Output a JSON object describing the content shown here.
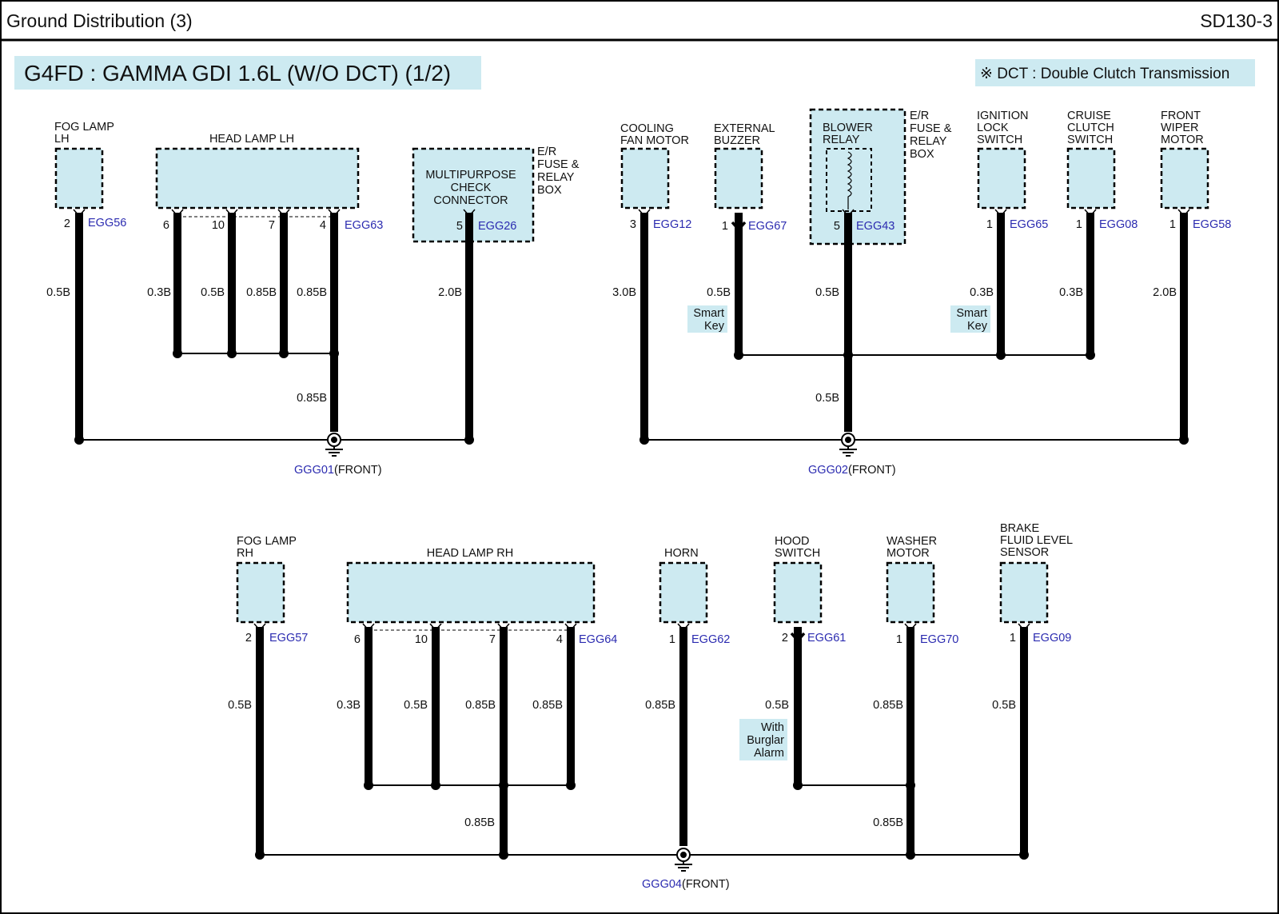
{
  "header": {
    "title": "Ground Distribution (3)",
    "code": "SD130-3"
  },
  "banner": {
    "title": "G4FD : GAMMA GDI 1.6L (W/O DCT) (1/2)",
    "note": "※ DCT : Double Clutch Transmission"
  },
  "components": [
    {
      "id": "fog_lh",
      "label": [
        "FOG LAMP",
        "LH"
      ],
      "pins": [
        {
          "num": "2",
          "code": "EGG56",
          "wire": "0.5B"
        }
      ]
    },
    {
      "id": "head_lh",
      "label": [
        "HEAD LAMP LH"
      ],
      "code": "EGG63",
      "pins": [
        {
          "num": "6",
          "wire": "0.3B"
        },
        {
          "num": "10",
          "wire": "0.5B"
        },
        {
          "num": "7",
          "wire": "0.85B"
        },
        {
          "num": "4",
          "wire": "0.85B"
        }
      ],
      "trunk_wire": "0.85B"
    },
    {
      "id": "mpcc",
      "label": [
        "MULTIPURPOSE",
        "CHECK",
        "CONNECTOR"
      ],
      "side_label": [
        "E/R",
        "FUSE &",
        "RELAY",
        "BOX"
      ],
      "pins": [
        {
          "num": "5",
          "code": "EGG26",
          "wire": "2.0B"
        }
      ]
    },
    {
      "id": "cooling",
      "label": [
        "COOLING",
        "FAN MOTOR"
      ],
      "pins": [
        {
          "num": "3",
          "code": "EGG12",
          "wire": "3.0B"
        }
      ]
    },
    {
      "id": "buzzer",
      "label": [
        "EXTERNAL",
        "BUZZER"
      ],
      "pins": [
        {
          "num": "1",
          "code": "EGG67",
          "wire": "0.5B"
        }
      ],
      "option": [
        "Smart",
        "Key"
      ]
    },
    {
      "id": "blower",
      "label": [
        "BLOWER",
        "RELAY"
      ],
      "side_label": [
        "E/R",
        "FUSE &",
        "RELAY",
        "BOX"
      ],
      "pins": [
        {
          "num": "5",
          "code": "EGG43",
          "wire": "0.5B"
        }
      ],
      "trunk_wire": "0.5B"
    },
    {
      "id": "ignition",
      "label": [
        "IGNITION",
        "LOCK",
        "SWITCH"
      ],
      "pins": [
        {
          "num": "1",
          "code": "EGG65",
          "wire": "0.3B"
        }
      ],
      "option": [
        "Smart",
        "Key"
      ]
    },
    {
      "id": "cruise",
      "label": [
        "CRUISE",
        "CLUTCH",
        "SWITCH"
      ],
      "pins": [
        {
          "num": "1",
          "code": "EGG08",
          "wire": "0.3B"
        }
      ]
    },
    {
      "id": "wiper",
      "label": [
        "FRONT",
        "WIPER",
        "MOTOR"
      ],
      "pins": [
        {
          "num": "1",
          "code": "EGG58",
          "wire": "2.0B"
        }
      ]
    },
    {
      "id": "fog_rh",
      "label": [
        "FOG LAMP",
        "RH"
      ],
      "pins": [
        {
          "num": "2",
          "code": "EGG57",
          "wire": "0.5B"
        }
      ]
    },
    {
      "id": "head_rh",
      "label": [
        "HEAD LAMP RH"
      ],
      "code": "EGG64",
      "pins": [
        {
          "num": "6",
          "wire": "0.3B"
        },
        {
          "num": "10",
          "wire": "0.5B"
        },
        {
          "num": "7",
          "wire": "0.85B"
        },
        {
          "num": "4",
          "wire": "0.85B"
        }
      ],
      "trunk_wire": "0.85B"
    },
    {
      "id": "horn",
      "label": [
        "HORN"
      ],
      "pins": [
        {
          "num": "1",
          "code": "EGG62",
          "wire": "0.85B"
        }
      ]
    },
    {
      "id": "hood",
      "label": [
        "HOOD",
        "SWITCH"
      ],
      "pins": [
        {
          "num": "2",
          "code": "EGG61",
          "wire": "0.5B"
        }
      ],
      "option": [
        "With",
        "Burglar",
        "Alarm"
      ]
    },
    {
      "id": "washer",
      "label": [
        "WASHER",
        "MOTOR"
      ],
      "pins": [
        {
          "num": "1",
          "code": "EGG70",
          "wire": "0.85B"
        }
      ],
      "trunk_wire": "0.85B"
    },
    {
      "id": "brake",
      "label": [
        "BRAKE",
        "FLUID LEVEL",
        "SENSOR"
      ],
      "pins": [
        {
          "num": "1",
          "code": "EGG09",
          "wire": "0.5B"
        }
      ]
    }
  ],
  "grounds": [
    {
      "code": "GGG01",
      "location": "(FRONT)"
    },
    {
      "code": "GGG02",
      "location": "(FRONT)"
    },
    {
      "code": "GGG04",
      "location": "(FRONT)"
    }
  ],
  "colors": {
    "component_fill": "#cdeaf1",
    "wire": "#000000",
    "code_text": "#2b2bb0"
  }
}
